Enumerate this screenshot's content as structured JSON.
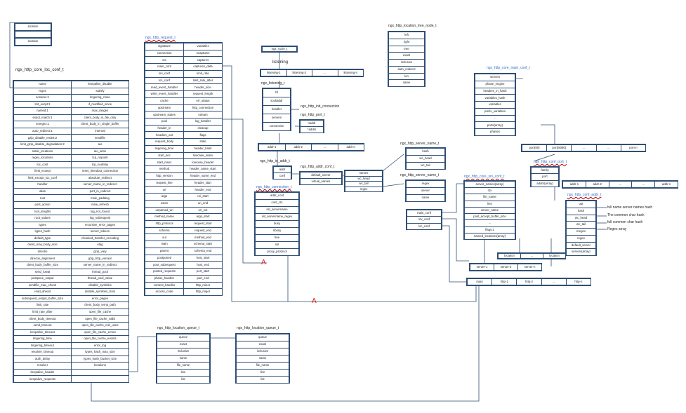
{
  "location_stub": {
    "items": [
      "location",
      "",
      "location"
    ]
  },
  "core_loc_conf": {
    "title": "ngx_http_core_loc_conf_t",
    "left": [
      "name",
      "regex",
      "noname:1",
      "lmt_excpt:1",
      "named:1",
      "exact_match:1",
      "noregex:1",
      "auto_redirect:1",
      "gzip_disable_msie6:2",
      "limit_gzip_disable_degradation:2",
      "static_locations",
      "regex_locations",
      "loc_conf",
      "limit_except",
      "limit_except_loc_conf",
      "handler",
      "alias",
      "root",
      "post_action",
      "root_lengths",
      "root_values",
      "types",
      "types_hash",
      "default_type",
      "client_max_body_size",
      "directio",
      "directio_alignment",
      "client_body_buffer_size",
      "send_lowat",
      "postpone_output",
      "sendfile_max_chunk",
      "read_ahead",
      "subrequest_output_buffer_size",
      "limit_rate",
      "limit_rate_after",
      "client_body_timeout",
      "send_timeout",
      "keepalive_timeout",
      "lingering_time",
      "lingering_timeout",
      "resolver_timeout",
      "auth_delay",
      "resolver",
      "keepalive_header",
      "keepalive_requests"
    ],
    "right": [
      "keepalive_disable",
      "satisfy",
      "lingering_close",
      "if_modified_since",
      "max_ranges",
      "client_body_in_file_only",
      "client_body_in_single_buffer",
      "internal",
      "sendfile",
      "aio",
      "aio_write",
      "tcp_nopush",
      "tcp_nodelay",
      "reset_timedout_connection",
      "absolute_redirect",
      "server_name_in_redirect",
      "port_in_redirect",
      "msie_padding",
      "msie_refresh",
      "log_not_found",
      "log_subrequest",
      "recursive_error_pages",
      "server_tokens",
      "chunked_transfer_encoding",
      "etag",
      "gzip_vary",
      "gzip_http_version",
      "server_name_in_redirect",
      "thread_pool",
      "thread_pool_value",
      "disable_symlinks",
      "disable_symlinks_from",
      "error_pages",
      "client_body_temp_path",
      "open_file_cache",
      "open_file_cache_valid",
      "open_file_cache_min_uses",
      "open_file_cache_errors",
      "open_file_cache_events",
      "error_log",
      "types_hash_max_size",
      "types_hash_bucket_size",
      "locations",
      ""
    ]
  },
  "request": {
    "title": "ngx_http_request_t",
    "left": [
      "signature",
      "connection",
      "ctx",
      "main_conf",
      "srv_conf",
      "loc_conf",
      "read_event_handler",
      "write_event_handler",
      "cache",
      "upstream",
      "upstream_states",
      "pool",
      "header_in",
      "headers_out",
      "request_body",
      "lingering_time",
      "start_sec",
      "start_msec",
      "method",
      "http_version",
      "request_line",
      "uri",
      "args",
      "exten",
      "unparsed_uri",
      "method_name",
      "http_protocol",
      "schema",
      "out",
      "main",
      "parent",
      "postponed",
      "post_subrequest",
      "posted_requests",
      "phase_handler",
      "content_handler",
      "access_code"
    ],
    "right": [
      "variables",
      "ncaptures",
      "captures",
      "captures_data",
      "limit_rate",
      "limit_rate_after",
      "header_size",
      "request_length",
      "err_status",
      "http_connection",
      "stream",
      "log_handler",
      "cleanup",
      "flags",
      "state",
      "header_hash",
      "lowcase_index",
      "lowcase_header",
      "header_name_start",
      "header_name_end",
      "header_start",
      "header_end",
      "uri_start",
      "uri_end",
      "uri_ext",
      "args_start",
      "request_start",
      "request_end",
      "method_end",
      "schema_start",
      "schema_end",
      "host_start",
      "host_end",
      "port_start",
      "port_end",
      "http_minor",
      "http_major"
    ]
  },
  "listening_top": "ngx_cycle_t",
  "listening_label": "listening",
  "listening_row": [
    "listening-1",
    "listening-2",
    "...",
    "listening-n"
  ],
  "listening_struct": {
    "title": "ngx_listening_t",
    "items": [
      "fd",
      "sockaddr",
      "handler",
      "servers",
      "connection"
    ]
  },
  "handler_note": "ngx_http_init_connection",
  "port_struct": {
    "title": "ngx_http_port_t",
    "items": [
      "naddr",
      "*addrs"
    ]
  },
  "addr_row": [
    "addr-1",
    "addr-2",
    "...",
    "addr-n"
  ],
  "in_addr": {
    "title": "ngx_http_in_addr_t",
    "items": [
      "addr",
      "conf"
    ]
  },
  "addr_conf": {
    "title": "ngx_http_addr_conf_t",
    "items": [
      "default_server",
      "virtual_names"
    ]
  },
  "virtual_names": {
    "items": [
      "names",
      "wc_head",
      "wc_tail",
      "regex"
    ]
  },
  "server_name_top": {
    "title": "ngx_http_server_name_t",
    "items": [
      "hash",
      "wc_head",
      "wc_tail"
    ]
  },
  "server_name": {
    "title": "ngx_http_server_name_t",
    "items": [
      "regex",
      "server",
      "name"
    ]
  },
  "connection": {
    "title": "ngx_http_connection_t",
    "items": [
      "addr_conf",
      "conf_ctx",
      "ssl_servername",
      "ssl_servername_regex",
      "busy",
      "nbusy",
      "free",
      "ssl",
      "proxy_protocol"
    ]
  },
  "conf_ctx": {
    "items": [
      "main_conf",
      "srv_conf",
      "loc_conf"
    ]
  },
  "core_srv_conf": {
    "title": "ngx_http_core_srv_conf_t",
    "items": [
      "server_names(array)",
      "ctx",
      "file_name",
      "line",
      "server_name",
      "post_accept_buffer_size",
      "...",
      "flags:1",
      "named_locations(array)"
    ]
  },
  "location_row": [
    "location",
    "...",
    "location"
  ],
  "server_row": [
    "server-1",
    "server-2",
    "server-n"
  ],
  "http_row": [
    "main",
    "http-1",
    "http-2",
    "...",
    "http-n"
  ],
  "tree_node": {
    "title": "ngx_http_location_tree_node_t",
    "items": [
      "left",
      "right",
      "tree",
      "exact",
      "inclusive",
      "auto_redirect",
      "len",
      "name"
    ]
  },
  "main_conf": {
    "title": "ngx_http_core_main_conf_t",
    "items": [
      "servers",
      "phase_engine",
      "headers_in_hash",
      "variables_hash",
      "variables",
      "prefix_variables",
      "...",
      "ports(array)",
      "phases"
    ]
  },
  "port_row": [
    "port(80)",
    "port(8080)",
    "...",
    "...",
    "port-n"
  ],
  "conf_port": {
    "title": "ngx_http_conf_port_t",
    "items": [
      "family",
      "port",
      "addrs(array)"
    ]
  },
  "addr_row2": [
    "addr-1",
    "addr-2",
    "...",
    "...",
    "addr-n"
  ],
  "conf_addr": {
    "title": "ngx_http_conf_addr_t",
    "items": [
      "opt",
      "hash",
      "wc_head",
      "wc_tail",
      "nregex",
      "regex",
      "default_server",
      "servers(array)"
    ]
  },
  "hash_notes": [
    "full name server names hash",
    "The common char hash",
    "full common char hash",
    "Regex array"
  ],
  "queue_a": {
    "title": "ngx_http_location_queue_t",
    "items": [
      "queue",
      "exact",
      "inclusive",
      "name",
      "file_name",
      "line",
      "list"
    ]
  },
  "queue_b": {
    "title": "ngx_http_location_queue_t",
    "items": [
      "queue",
      "exact",
      "inclusive",
      "name",
      "file_name",
      "line",
      "list"
    ]
  },
  "markers": [
    "A",
    "A"
  ]
}
